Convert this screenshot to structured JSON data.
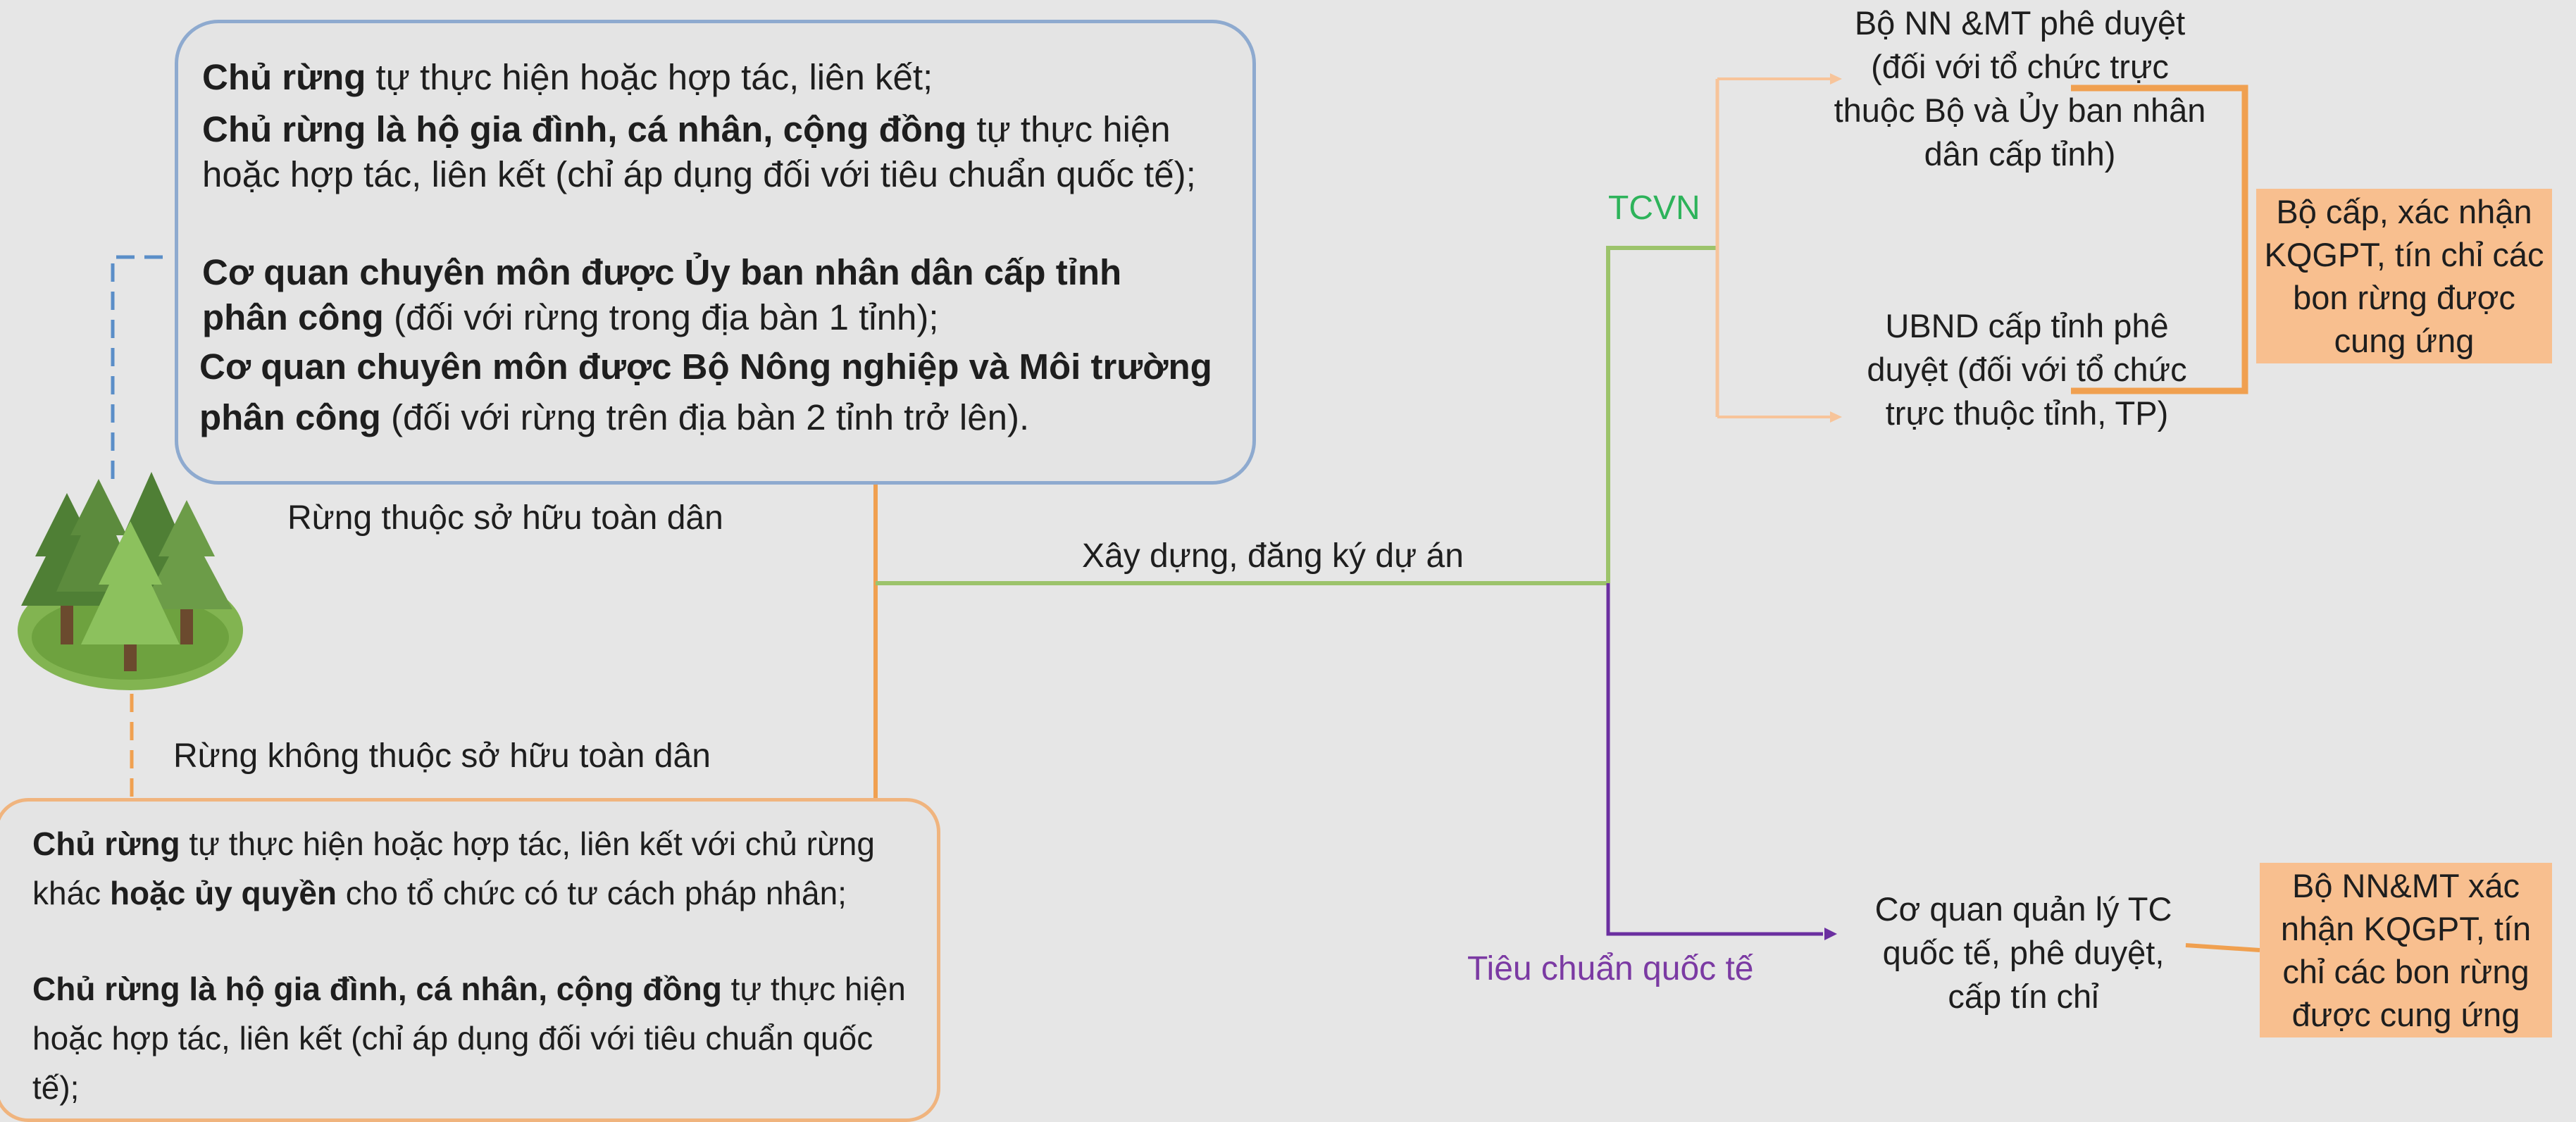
{
  "blue_box": {
    "l1_bold": "Chủ rừng",
    "l1_rest": " tự thực hiện hoặc hợp tác, liên kết;",
    "l2_bold": "Chủ rừng là hộ gia đình, cá nhân, cộng đồng",
    "l2_rest": " tự thực hiện hoặc hợp tác, liên kết (chỉ áp dụng đối với tiêu chuẩn quốc tế);",
    "l3_bold": "Cơ quan chuyên môn được Ủy ban nhân dân cấp tỉnh phân công",
    "l3_rest": " (đối với rừng trong địa bàn 1 tỉnh);",
    "l4_bold": "Cơ quan chuyên môn được Bộ Nông nghiệp và Môi trường phân công",
    "l4_rest": " (đối với rừng trên địa bàn 2 tỉnh trở lên)."
  },
  "orange_box": {
    "l1_bold": "Chủ rừng",
    "l1_mid": " tự thực hiện hoặc hợp tác, liên kết với chủ rừng khác ",
    "l1_bold2": "hoặc ủy quyền",
    "l1_rest": " cho tổ chức có tư cách pháp nhân;",
    "l2_bold": "Chủ rừng là hộ gia đình, cá nhân, cộng đồng",
    "l2_rest": " tự thực hiện hoặc hợp tác, liên kết (chỉ áp dụng đối với tiêu chuẩn quốc tế);"
  },
  "labels": {
    "public_forest": "Rừng thuộc sở hữu toàn dân",
    "non_public_forest": "Rừng không thuộc sở hữu toàn dân",
    "build_project": "Xây dựng, đăng ký dự án",
    "tcvn": "TCVN",
    "intl_standard": "Tiêu chuẩn quốc tế"
  },
  "nodes": {
    "ministry_approve": "Bộ NN &MT phê duyệt (đối với tổ chức trực thuộc Bộ và Ủy ban nhân dân cấp tỉnh)",
    "province_approve": "UBND cấp tỉnh phê duyệt (đối với tổ chức trực thuộc tỉnh, TP)",
    "intl_body": "Cơ quan quản lý TC quốc tế, phê duyệt, cấp tín chỉ"
  },
  "results": {
    "tcvn_result": "Bộ cấp, xác nhận KQGPT, tín chỉ các bon rừng được cung ứng",
    "intl_result": "Bộ NN&MT xác nhận KQGPT, tín chỉ các bon rừng được cung ứng"
  },
  "icons": {
    "forest": "forest-trees-icon"
  },
  "colors": {
    "blue": "#8eaacf",
    "orange": "#f0b47e",
    "green": "#9cc36b",
    "purple": "#6b2fa0",
    "light_orange": "#f7c49a",
    "result_bg": "#f8bf8f"
  }
}
